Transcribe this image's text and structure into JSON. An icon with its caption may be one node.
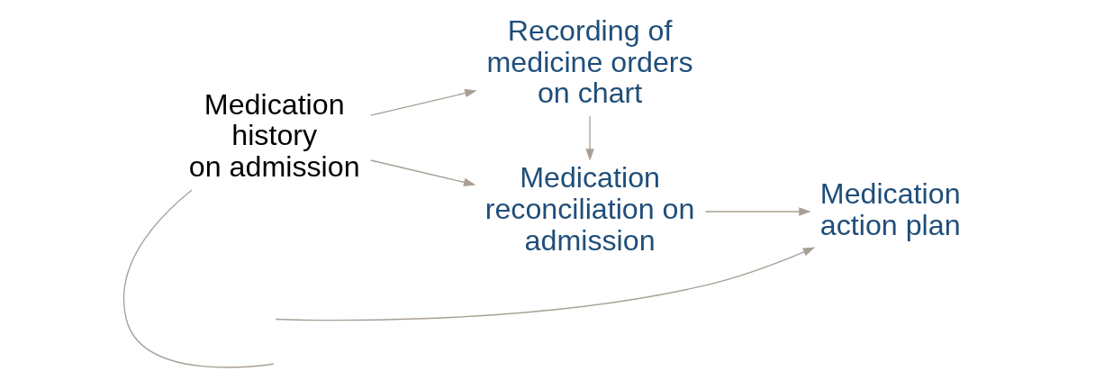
{
  "diagram": {
    "nodes": [
      {
        "text": [
          "Medication history on admission"
        ]
      },
      {
        "text": [
          "Recording of medicine orders on chart"
        ]
      },
      {
        "text": [
          "Medication reconciliation on admission"
        ]
      },
      {
        "text": [
          "Medication action plan"
        ]
      }
    ],
    "edges": [
      {
        "from": 0,
        "to": 1,
        "arrow": "to"
      },
      {
        "from": 0,
        "to": 2,
        "arrow": "to"
      },
      {
        "from": 1,
        "to": 2,
        "arrow": "to"
      },
      {
        "from": 2,
        "to": 3,
        "arrow": "to"
      },
      {
        "from": 0,
        "to": null,
        "arrow": "none"
      },
      {
        "from": null,
        "to": 3,
        "arrow": "to"
      }
    ]
  }
}
